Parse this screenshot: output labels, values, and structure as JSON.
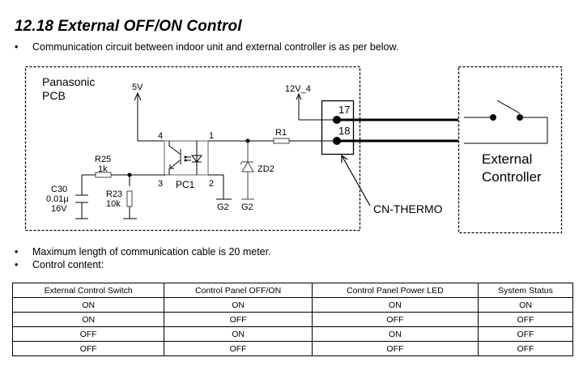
{
  "section": {
    "title": "12.18  External OFF/ON Control",
    "bullets": [
      "Communication circuit between indoor unit and external controller is as per below.",
      "Maximum length of communication cable is 20 meter.",
      "Control content:"
    ]
  },
  "diagram": {
    "pcb_label_line1": "Panasonic",
    "pcb_label_line2": "PCB",
    "supply_5v": "5V",
    "supply_12v": "12V_4",
    "pin_4": "4",
    "pin_1": "1",
    "pin_3": "3",
    "pin_2": "2",
    "optocoupler": "PC1",
    "resistor_r1": "R1",
    "resistor_r25": "R25",
    "resistor_r25_value": "1k",
    "resistor_r23": "R23",
    "resistor_r23_value": "10k",
    "capacitor_c30": "C30",
    "capacitor_c30_value": "0.01μ",
    "capacitor_c30_voltage": "16V",
    "zener": "ZD2",
    "ground_1": "G2",
    "ground_2": "G2",
    "connector_pin_17": "17",
    "connector_pin_18": "18",
    "connector_label": "CN-THERMO",
    "external_line1": "External",
    "external_line2": "Controller"
  },
  "table": {
    "headers": [
      "External Control Switch",
      "Control Panel OFF/ON",
      "Control Panel Power LED",
      "System Status"
    ],
    "rows": [
      [
        "ON",
        "ON",
        "ON",
        "ON"
      ],
      [
        "ON",
        "OFF",
        "OFF",
        "OFF"
      ],
      [
        "OFF",
        "ON",
        "ON",
        "OFF"
      ],
      [
        "OFF",
        "OFF",
        "OFF",
        "OFF"
      ]
    ]
  }
}
